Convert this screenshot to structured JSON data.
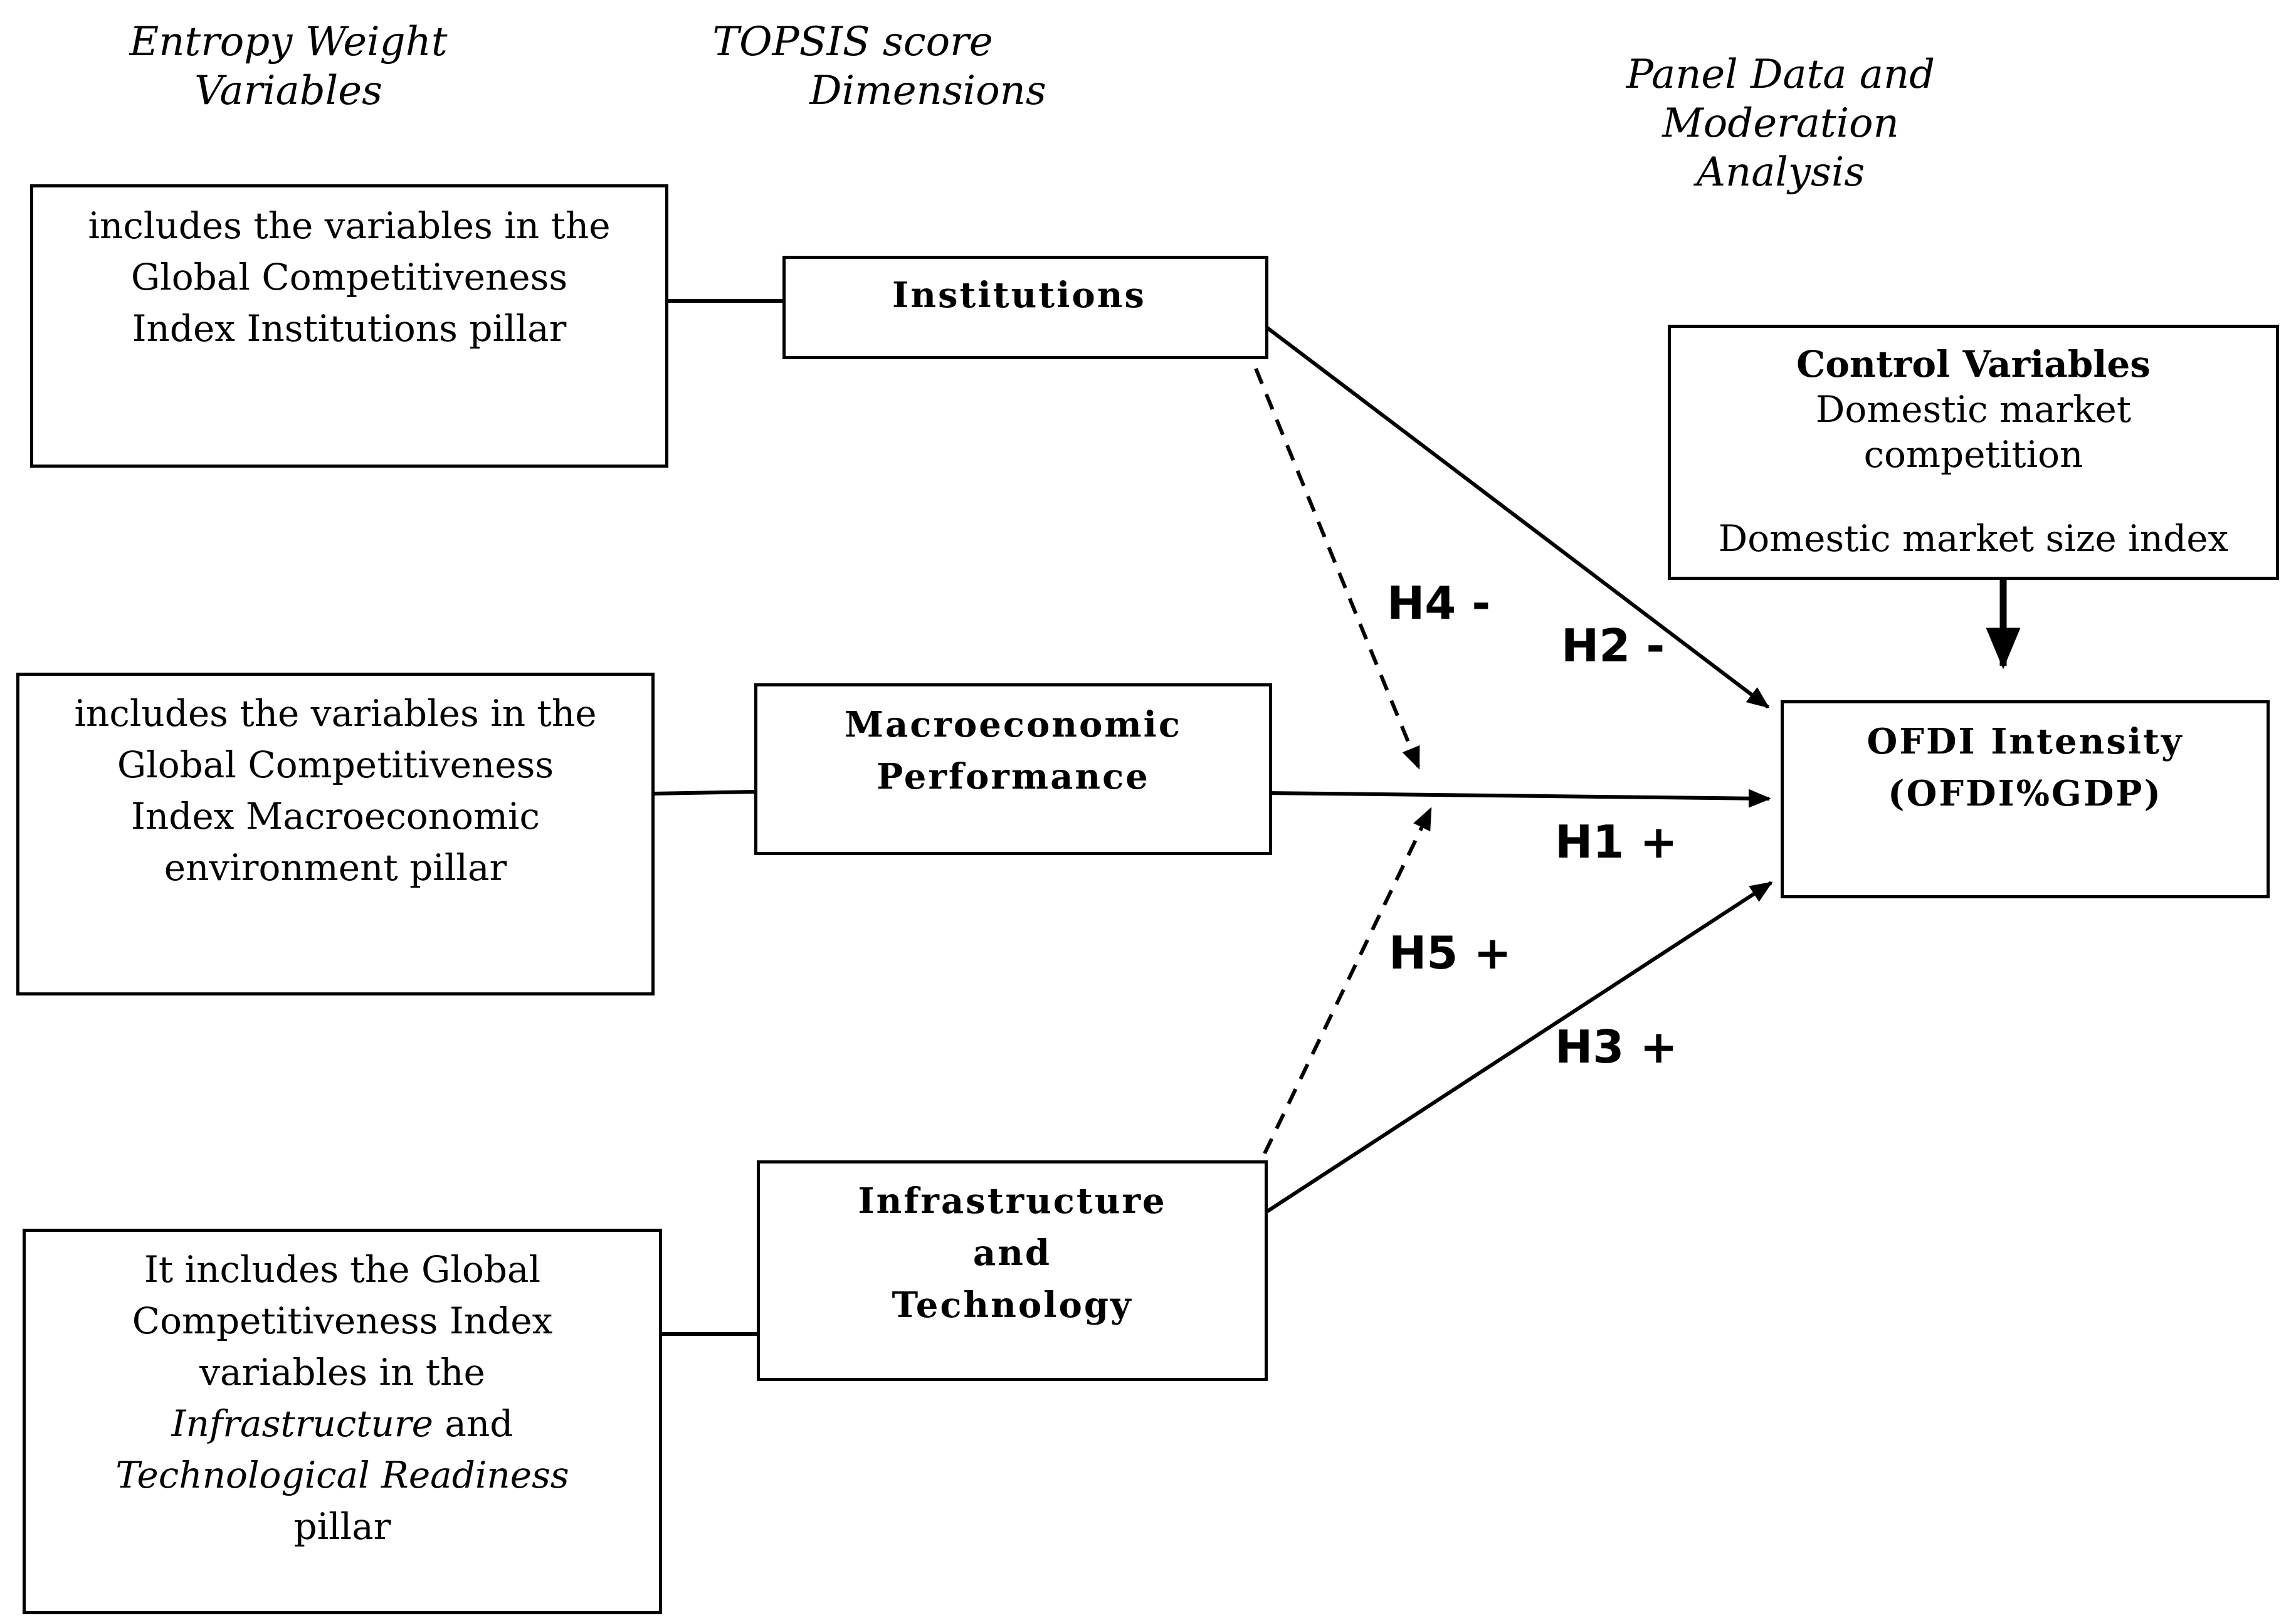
{
  "columns": {
    "entropy_heading": [
      "Entropy Weight",
      "Variables"
    ],
    "topsis_heading": [
      "TOPSIS score",
      "Dimensions"
    ],
    "panel_heading": [
      "Panel Data and",
      "Moderation",
      "Analysis"
    ]
  },
  "variables": {
    "institutions": [
      "includes the variables in the",
      "Global Competitiveness",
      "Index Institutions pillar"
    ],
    "macroeconomic": [
      "includes the variables in the",
      "Global Competitiveness",
      "Index Macroeconomic",
      "environment pillar"
    ],
    "infrastructure": {
      "line1": "It includes the Global",
      "line2": "Competitiveness Index",
      "line3": "variables in the",
      "line4_italic": "Infrastructure",
      "line4_rest": " and",
      "line5_italic": "Technological Readiness",
      "line6": "pillar"
    }
  },
  "dimensions": {
    "institutions": [
      "Institutions"
    ],
    "macroeconomic": [
      "Macroeconomic",
      "Performance"
    ],
    "infrastructure": [
      "Infrastructure",
      "and",
      "Technology"
    ]
  },
  "control": {
    "title": "Control Variables",
    "lines": [
      "Domestic market",
      "competition",
      "Domestic market size index"
    ]
  },
  "outcome": [
    "OFDI Intensity",
    "(OFDI%GDP)"
  ],
  "hypotheses": {
    "h1": "H1 +",
    "h2": "H2 -",
    "h3": "H3 +",
    "h4": "H4 -",
    "h5": "H5 +"
  }
}
